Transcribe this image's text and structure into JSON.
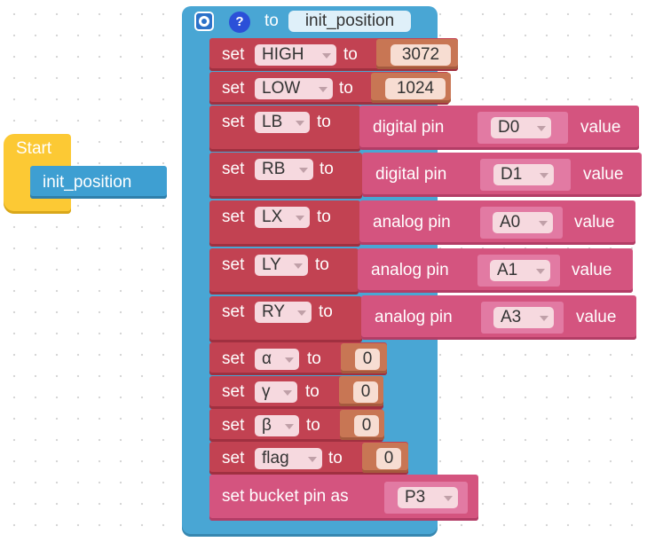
{
  "start_block": {
    "label": "Start",
    "call": "init_position"
  },
  "procedure": {
    "header": {
      "to": "to",
      "name": "init_position"
    },
    "statements": [
      {
        "set": "set",
        "var": "HIGH",
        "to": "to",
        "value": "3072"
      },
      {
        "set": "set",
        "var": "LOW",
        "to": "to",
        "value": "1024"
      },
      {
        "set": "set",
        "var": "LB",
        "to": "to",
        "kind": "digital pin",
        "pin": "D0",
        "suffix": "value"
      },
      {
        "set": "set",
        "var": "RB",
        "to": "to",
        "kind": "digital pin",
        "pin": "D1",
        "suffix": "value"
      },
      {
        "set": "set",
        "var": "LX",
        "to": "to",
        "kind": "analog pin",
        "pin": "A0",
        "suffix": "value"
      },
      {
        "set": "set",
        "var": "LY",
        "to": "to",
        "kind": "analog pin",
        "pin": "A1",
        "suffix": "value"
      },
      {
        "set": "set",
        "var": "RY",
        "to": "to",
        "kind": "analog pin",
        "pin": "A3",
        "suffix": "value"
      },
      {
        "set": "set",
        "var": "α",
        "to": "to",
        "value": "0"
      },
      {
        "set": "set",
        "var": "γ",
        "to": "to",
        "value": "0"
      },
      {
        "set": "set",
        "var": "β",
        "to": "to",
        "value": "0"
      },
      {
        "set": "set",
        "var": "flag",
        "to": "to",
        "value": "0"
      }
    ],
    "bucket": {
      "label": "set bucket pin as",
      "pin": "P3"
    }
  },
  "colors": {
    "procedure": "#49a6d4",
    "set_block": "#c24252",
    "number_block": "#c87654",
    "pin_block": "#d4547f",
    "start_block": "#fcc934"
  }
}
